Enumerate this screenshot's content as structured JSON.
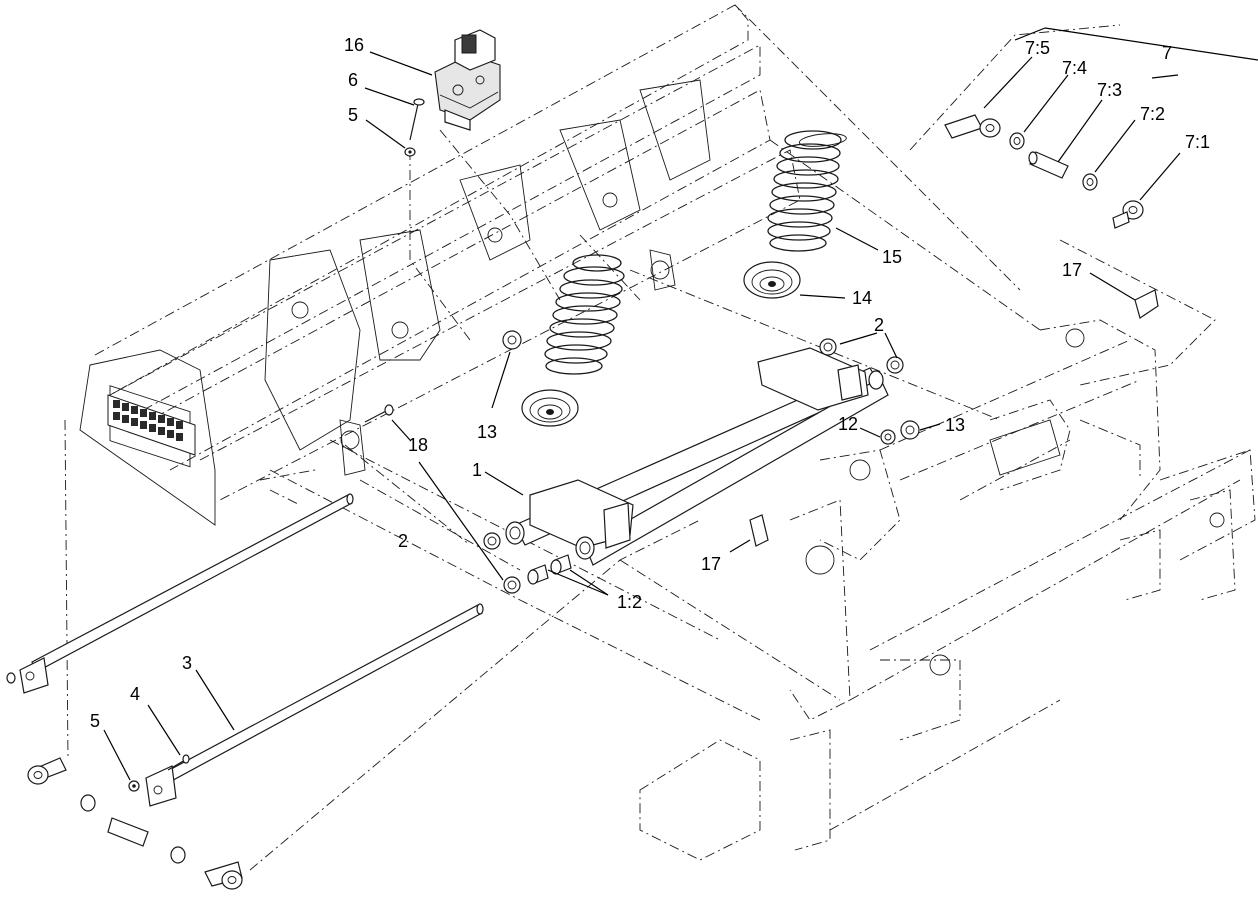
{
  "callouts": [
    {
      "id": "c16",
      "text": "16"
    },
    {
      "id": "c6",
      "text": "6"
    },
    {
      "id": "c5a",
      "text": "5"
    },
    {
      "id": "c7_5",
      "text": "7:5"
    },
    {
      "id": "c7_4",
      "text": "7:4"
    },
    {
      "id": "c7",
      "text": "7"
    },
    {
      "id": "c7_3",
      "text": "7:3"
    },
    {
      "id": "c7_2",
      "text": "7:2"
    },
    {
      "id": "c7_1",
      "text": "7:1"
    },
    {
      "id": "c15",
      "text": "15"
    },
    {
      "id": "c17a",
      "text": "17"
    },
    {
      "id": "c14",
      "text": "14"
    },
    {
      "id": "c2a",
      "text": "2"
    },
    {
      "id": "c13a",
      "text": "13"
    },
    {
      "id": "c12",
      "text": "12"
    },
    {
      "id": "c13b",
      "text": "13"
    },
    {
      "id": "c18",
      "text": "18"
    },
    {
      "id": "c1",
      "text": "1"
    },
    {
      "id": "c2b",
      "text": "2"
    },
    {
      "id": "c17b",
      "text": "17"
    },
    {
      "id": "c1_2",
      "text": "1:2"
    },
    {
      "id": "c3",
      "text": "3"
    },
    {
      "id": "c4",
      "text": "4"
    },
    {
      "id": "c5b",
      "text": "5"
    }
  ],
  "colors": {
    "line": "#1a1a1a",
    "background": "#ffffff"
  }
}
